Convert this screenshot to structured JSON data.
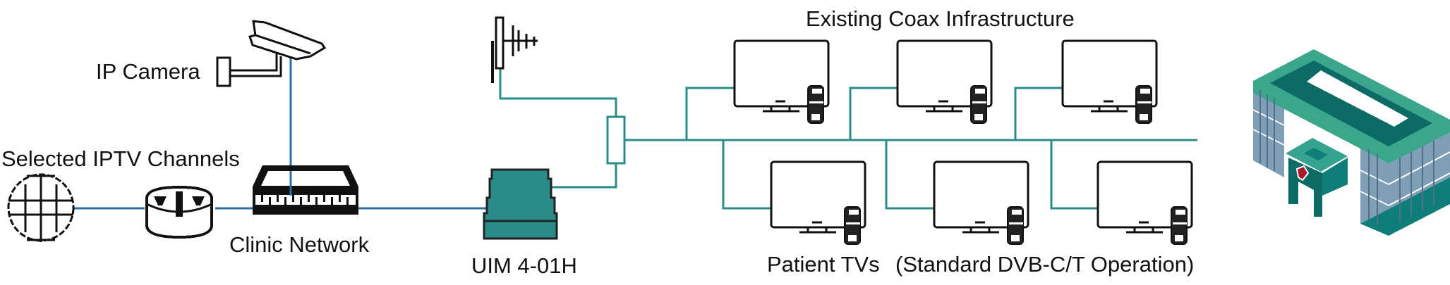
{
  "labels": {
    "ip_camera": "IP Camera",
    "iptv_channels": "Selected IPTV Channels",
    "clinic_network": "Clinic Network",
    "uim": "UIM 4-01H",
    "coax": "Existing Coax Infrastructure",
    "patient_tvs": "Patient TVs",
    "dvb": "(Standard DVB-C/T Operation)"
  },
  "colors": {
    "ip_line": "#2b6ea6",
    "coax_line": "#2a8c88",
    "device_teal": "#2a8c88",
    "outline": "#111111"
  }
}
